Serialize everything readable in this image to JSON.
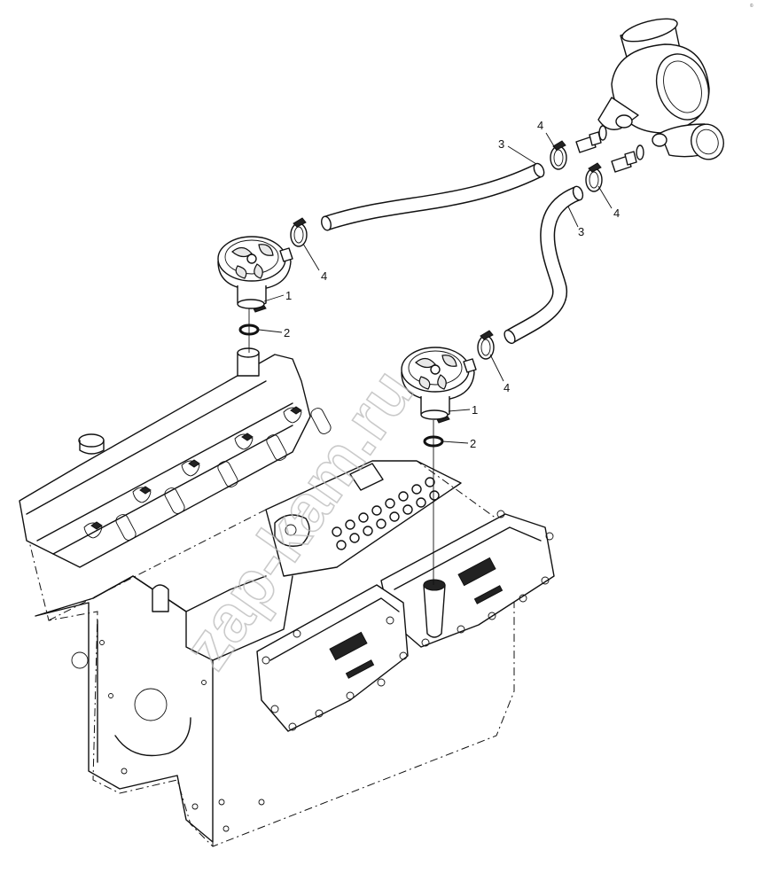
{
  "watermark": "zap-kam.ru",
  "corner_mark": "©",
  "callouts": [
    {
      "id": "c1a",
      "text": "1"
    },
    {
      "id": "c1b",
      "text": "1"
    },
    {
      "id": "c2a",
      "text": "2"
    },
    {
      "id": "c2b",
      "text": "2"
    },
    {
      "id": "c3a",
      "text": "3"
    },
    {
      "id": "c3b",
      "text": "3"
    },
    {
      "id": "c4a",
      "text": "4"
    },
    {
      "id": "c4b",
      "text": "4"
    },
    {
      "id": "c4c",
      "text": "4"
    },
    {
      "id": "c4d",
      "text": "4"
    }
  ]
}
